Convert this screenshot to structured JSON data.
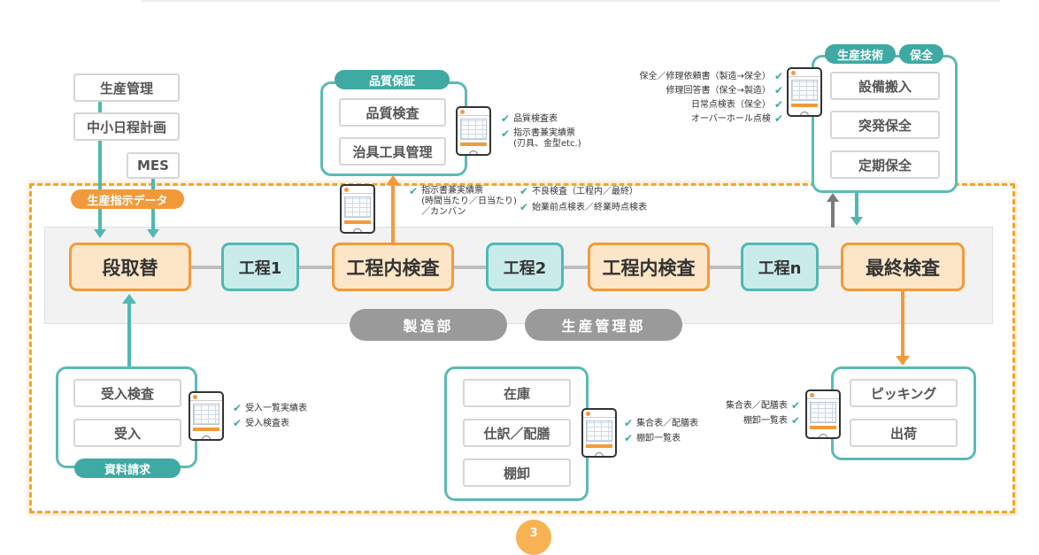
{
  "colors": {
    "teal": "#3fa9a3",
    "orange": "#f29a3a",
    "gray": "#9a9a9a"
  },
  "left_top": {
    "boxes": [
      "生産管理",
      "中小日程計画",
      "MES"
    ],
    "label": "生産指示データ"
  },
  "quality": {
    "title": "品質保証",
    "boxes": [
      "品質検査",
      "治具工具管理"
    ],
    "checks": [
      "品質検査表",
      "指示書兼実績票\n(刃具、金型etc.)"
    ]
  },
  "tech": {
    "title_a": "生産技術",
    "title_b": "保全",
    "boxes": [
      "設備搬入",
      "突発保全",
      "定期保全"
    ],
    "checks": [
      "保全／修理依頼書（製造→保全）",
      "修理回答書（保全→製造）",
      "日常点検表（保全）",
      "オーバーホール点検"
    ]
  },
  "mid_checks": {
    "left": [
      "指示書兼実績票\n(時間当たり／日当たり)\n／カンバン"
    ],
    "right": [
      "不良検査（工程内／最終）",
      "始業前点検表／終業時点検表"
    ]
  },
  "process": [
    "段取替",
    "工程1",
    "工程内検査",
    "工程2",
    "工程内検査",
    "工程n",
    "最終検査"
  ],
  "departments": [
    "製造部",
    "生産管理部"
  ],
  "receiving": {
    "boxes": [
      "受入検査",
      "受入"
    ],
    "label": "資料請求",
    "checks": [
      "受入一覧実績表",
      "受入検査表"
    ]
  },
  "inventory": {
    "boxes": [
      "在庫",
      "仕訳／配膳",
      "棚卸"
    ],
    "checks": [
      "集合表／配膳表",
      "棚卸一覧表"
    ]
  },
  "shipping": {
    "boxes": [
      "ピッキング",
      "出荷"
    ],
    "checks": [
      "集合表／配膳表",
      "棚卸一覧表"
    ]
  },
  "page_number": "3"
}
